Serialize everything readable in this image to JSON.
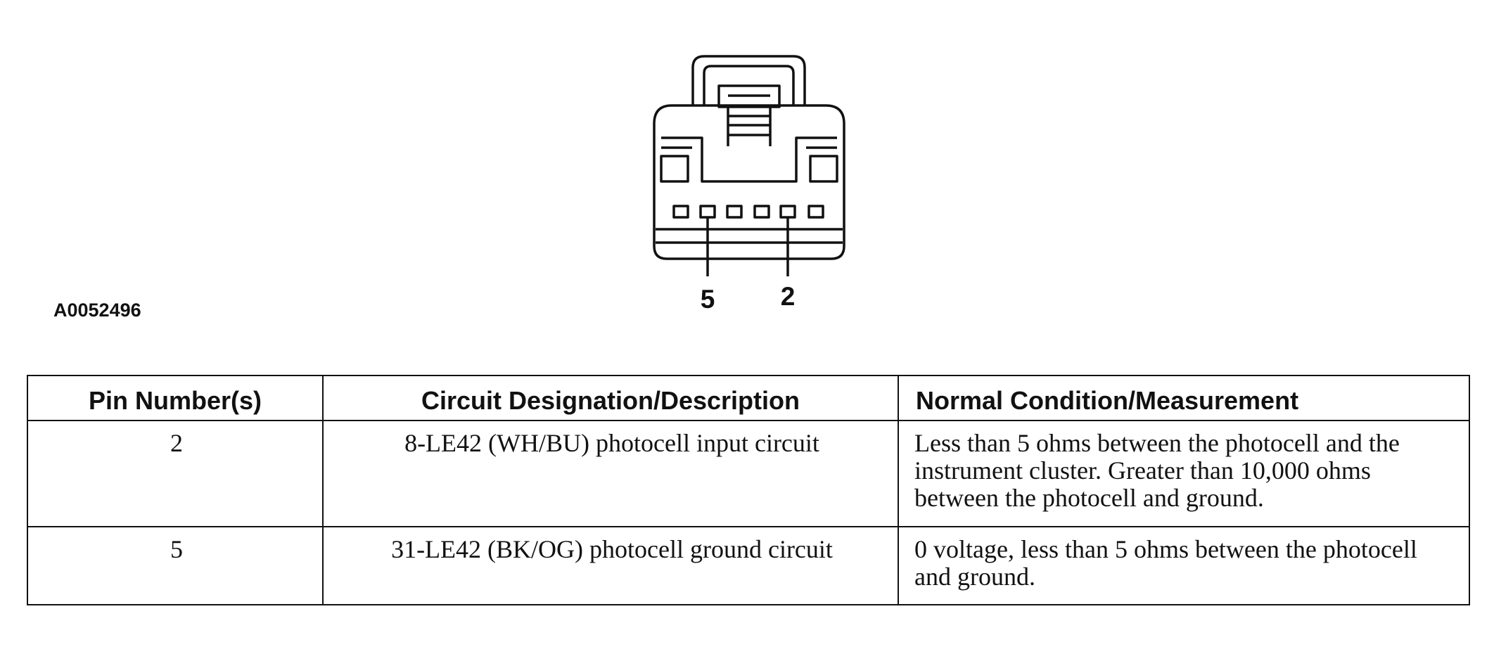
{
  "figure": {
    "id": "A0052496",
    "pin_labels": [
      "5",
      "2"
    ]
  },
  "table": {
    "headers": [
      "Pin Number(s)",
      "Circuit Designation/Description",
      "Normal Condition/Measurement"
    ],
    "rows": [
      {
        "pin": "2",
        "circuit": "8-LE42 (WH/BU) photocell input circuit",
        "condition": "Less than 5 ohms between the photocell and the instrument cluster. Greater than 10,000 ohms between the photocell and ground."
      },
      {
        "pin": "5",
        "circuit": "31-LE42 (BK/OG) photocell ground circuit",
        "condition": "0 voltage, less than 5 ohms between the photocell and ground."
      }
    ]
  },
  "colors": {
    "line": "#111111",
    "background": "#ffffff"
  }
}
